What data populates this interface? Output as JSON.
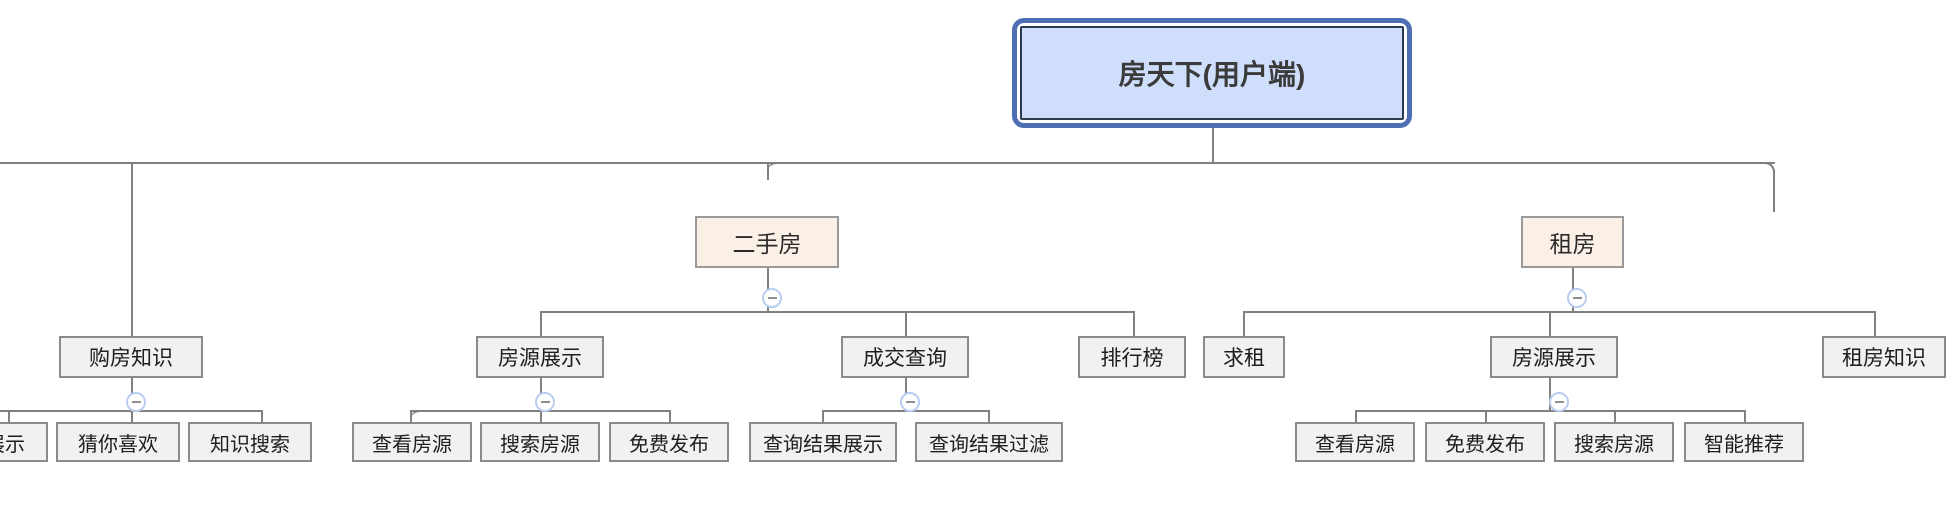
{
  "diagram": {
    "type": "mind-map",
    "title": "房天下(用户端)",
    "colors": {
      "root_fill": "#cfdffb",
      "root_selection_border": "#4f6fb5",
      "level2_fill": "#fbf0e6",
      "leaf_fill": "#f1f1f1",
      "connector": "#808080",
      "toggle_ring": "#b9cdf0"
    },
    "toggle_icon": "minus-circle-icon"
  },
  "nodes": {
    "root": {
      "label": "房天下(用户端)"
    },
    "level2": [
      {
        "label": "二手房"
      },
      {
        "label": "租房"
      }
    ],
    "level3": [
      {
        "label": "购房知识"
      },
      {
        "label": "房源展示"
      },
      {
        "label": "成交查询"
      },
      {
        "label": "排行榜"
      },
      {
        "label": "求租"
      },
      {
        "label": "房源展示"
      },
      {
        "label": "租房知识"
      }
    ],
    "level4": [
      {
        "label": "展示"
      },
      {
        "label": "猜你喜欢"
      },
      {
        "label": "知识搜索"
      },
      {
        "label": "查看房源"
      },
      {
        "label": "搜索房源"
      },
      {
        "label": "免费发布"
      },
      {
        "label": "查询结果展示"
      },
      {
        "label": "查询结果过滤"
      },
      {
        "label": "查看房源"
      },
      {
        "label": "免费发布"
      },
      {
        "label": "搜索房源"
      },
      {
        "label": "智能推荐"
      }
    ]
  }
}
